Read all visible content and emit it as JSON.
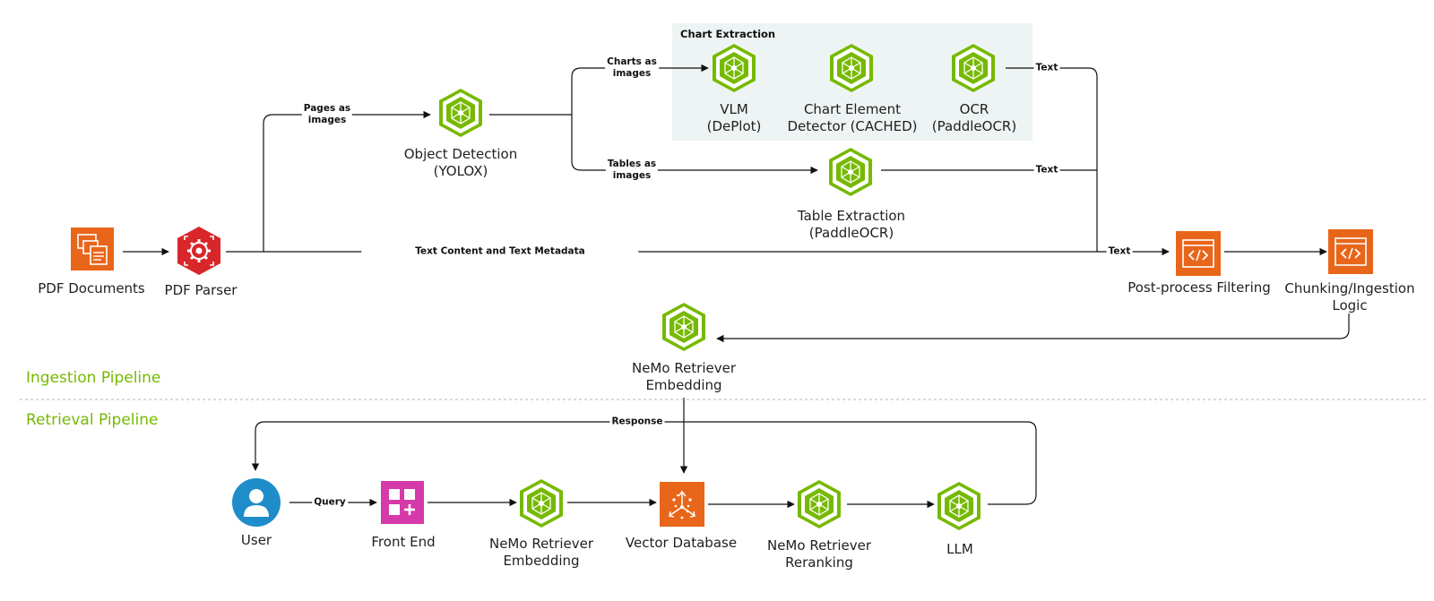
{
  "colors": {
    "nvidia_green": "#76b900",
    "orange": "#e8661a",
    "parser_red": "#d8262a",
    "magenta": "#d63aa8",
    "user_blue": "#1f8dc9",
    "panel_bg": "#eef4f4"
  },
  "sections": {
    "ingestion": "Ingestion Pipeline",
    "retrieval": "Retrieval Pipeline"
  },
  "chart_extraction_panel": {
    "title": "Chart Extraction"
  },
  "nodes": {
    "pdf_documents": {
      "label": "PDF Documents",
      "icon": "documents-icon"
    },
    "pdf_parser": {
      "label": "PDF Parser",
      "icon": "parser-gear-icon"
    },
    "object_detection": {
      "label": "Object Detection\n(YOLOX)",
      "icon": "nim-cube-icon"
    },
    "vlm": {
      "label": "VLM\n(DePlot)",
      "icon": "nim-cube-icon"
    },
    "chart_element_detector": {
      "label": "Chart Element\nDetector (CACHED)",
      "icon": "nim-cube-icon"
    },
    "ocr": {
      "label": "OCR\n(PaddleOCR)",
      "icon": "nim-cube-icon"
    },
    "table_extraction": {
      "label": "Table Extraction\n(PaddleOCR)",
      "icon": "nim-cube-icon"
    },
    "post_process": {
      "label": "Post-process Filtering",
      "icon": "code-window-icon"
    },
    "chunking": {
      "label": "Chunking/Ingestion\nLogic",
      "icon": "code-window-icon"
    },
    "embedding_ingest": {
      "label": "NeMo Retriever\nEmbedding",
      "icon": "nim-cube-icon"
    },
    "user": {
      "label": "User",
      "icon": "user-icon"
    },
    "front_end": {
      "label": "Front End",
      "icon": "app-grid-icon"
    },
    "embedding_retrieve": {
      "label": "NeMo Retriever\nEmbedding",
      "icon": "nim-cube-icon"
    },
    "vector_db": {
      "label": "Vector Database",
      "icon": "vector-database-icon"
    },
    "reranking": {
      "label": "NeMo Retriever\nReranking",
      "icon": "nim-cube-icon"
    },
    "llm": {
      "label": "LLM",
      "icon": "nim-cube-icon"
    }
  },
  "edge_labels": {
    "pages_as_images": "Pages as\nimages",
    "charts_as_images": "Charts as\nimages",
    "tables_as_images": "Tables as\nimages",
    "text_content": "Text Content and Text Metadata",
    "text_ocr": "Text",
    "text_table": "Text",
    "text_merge": "Text",
    "response": "Response",
    "query": "Query"
  }
}
